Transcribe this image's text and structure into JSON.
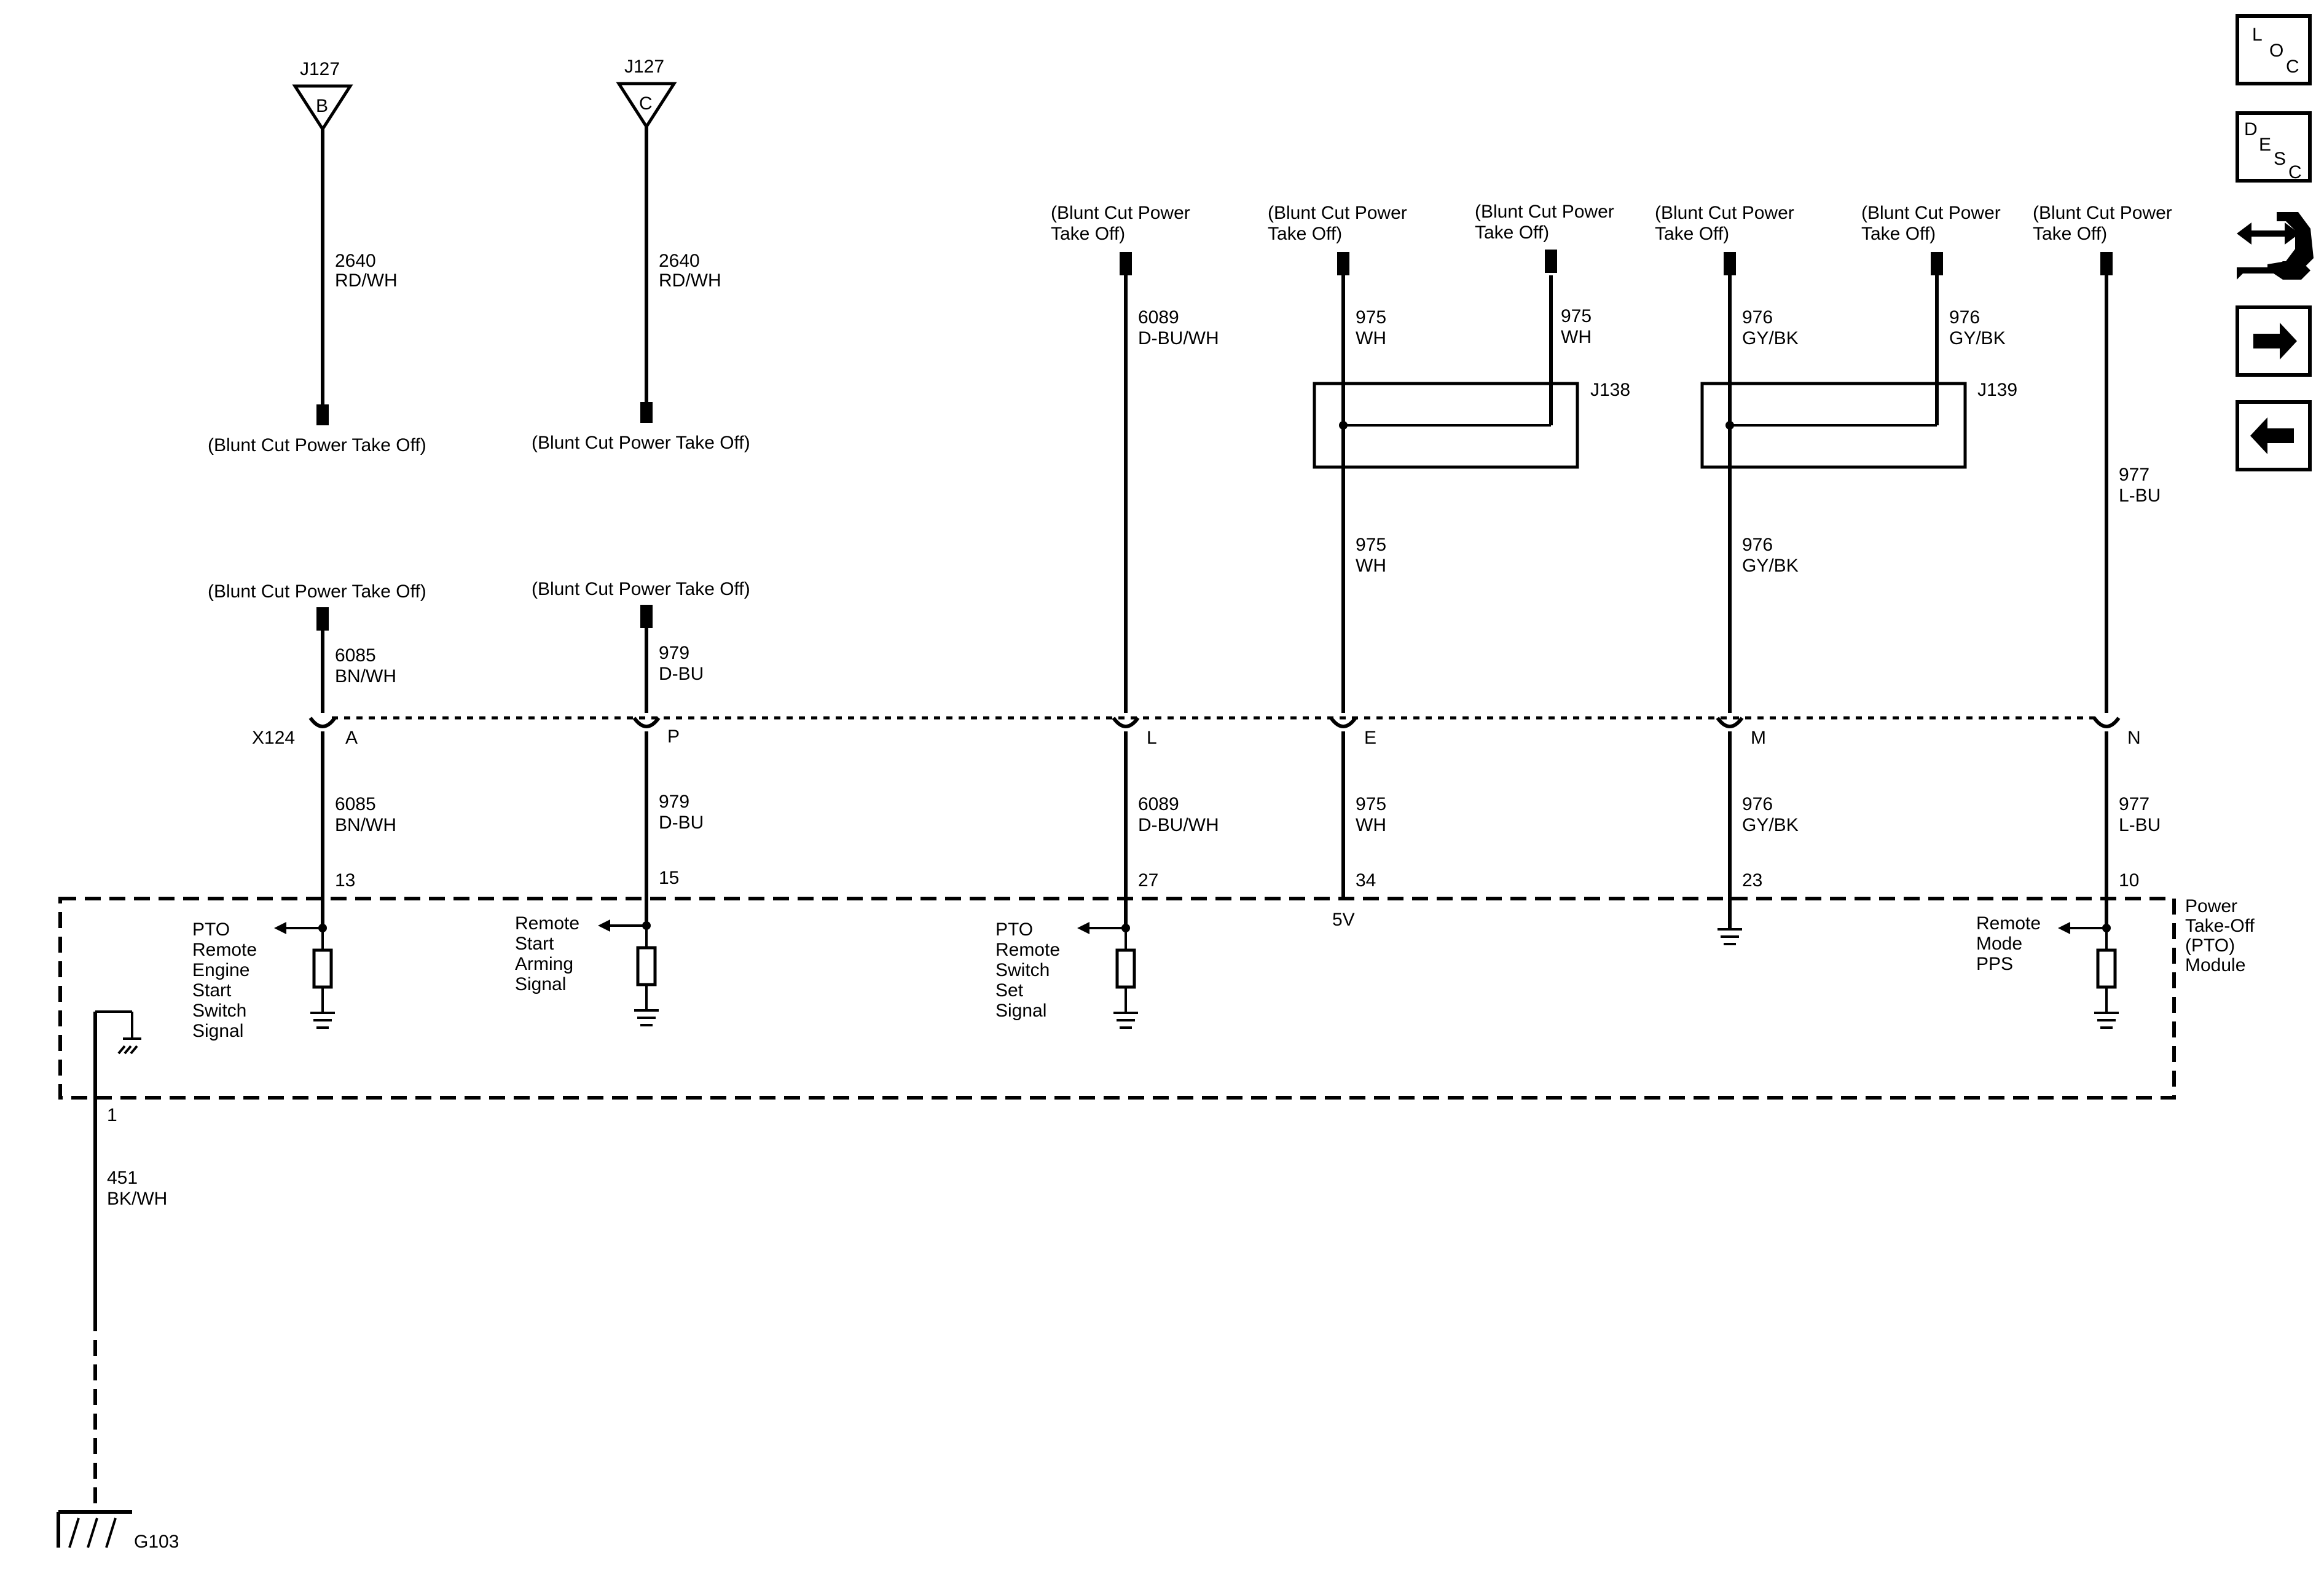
{
  "toolbar": {
    "loc": [
      "L",
      "O",
      "C"
    ],
    "desc": [
      "D",
      "E",
      "S",
      "C"
    ]
  },
  "j127_b": {
    "connector": "J127",
    "pin": "B",
    "wire_num": "2640",
    "wire_color": "RD/WH",
    "end_label": "(Blunt Cut Power Take Off)"
  },
  "j127_c": {
    "connector": "J127",
    "pin": "C",
    "wire_num": "2640",
    "wire_color": "RD/WH",
    "end_label": "(Blunt Cut Power Take Off)"
  },
  "top_labels": {
    "l1": "(Blunt Cut Power",
    "l2": "Take Off)"
  },
  "splices": {
    "j138": "J138",
    "j139": "J139"
  },
  "inline": {
    "connector": "X124"
  },
  "circuits": [
    {
      "id": "a",
      "blunt": "(Blunt Cut Power Take Off)",
      "upper_num": "6085",
      "upper_color": "BN/WH",
      "pin": "A",
      "lower_num": "6085",
      "lower_color": "BN/WH",
      "module_pin": "13",
      "signal": [
        "PTO",
        "Remote",
        "Engine",
        "Start",
        "Switch",
        "Signal"
      ]
    },
    {
      "id": "p",
      "blunt": "(Blunt Cut Power Take Off)",
      "upper_num": "979",
      "upper_color": "D-BU",
      "pin": "P",
      "lower_num": "979",
      "lower_color": "D-BU",
      "module_pin": "15",
      "signal": [
        "Remote",
        "Start",
        "Arming",
        "Signal"
      ]
    },
    {
      "id": "l",
      "upper_num": "6089",
      "upper_color": "D-BU/WH",
      "pin": "L",
      "lower_num": "6089",
      "lower_color": "D-BU/WH",
      "module_pin": "27",
      "signal": [
        "PTO",
        "Remote",
        "Switch",
        "Set",
        "Signal"
      ]
    },
    {
      "id": "e",
      "upper_num": "975",
      "upper_color": "WH",
      "upper2_num": "975",
      "upper2_color": "WH",
      "mid_num": "975",
      "mid_color": "WH",
      "pin": "E",
      "lower_num": "975",
      "lower_color": "WH",
      "module_pin": "34",
      "supply": "5V"
    },
    {
      "id": "m",
      "upper_num": "976",
      "upper_color": "GY/BK",
      "upper2_num": "976",
      "upper2_color": "GY/BK",
      "mid_num": "976",
      "mid_color": "GY/BK",
      "pin": "M",
      "lower_num": "976",
      "lower_color": "GY/BK",
      "module_pin": "23"
    },
    {
      "id": "n",
      "upper_num": "977",
      "upper_color": "L-BU",
      "pin": "N",
      "lower_num": "977",
      "lower_color": "L-BU",
      "module_pin": "10",
      "signal": [
        "Remote",
        "Mode",
        "PPS"
      ]
    }
  ],
  "module": {
    "name": [
      "Power",
      "Take-Off",
      "(PTO)",
      "Module"
    ]
  },
  "ground": {
    "module_pin": "1",
    "wire_num": "451",
    "wire_color": "BK/WH",
    "ground_id": "G103"
  }
}
